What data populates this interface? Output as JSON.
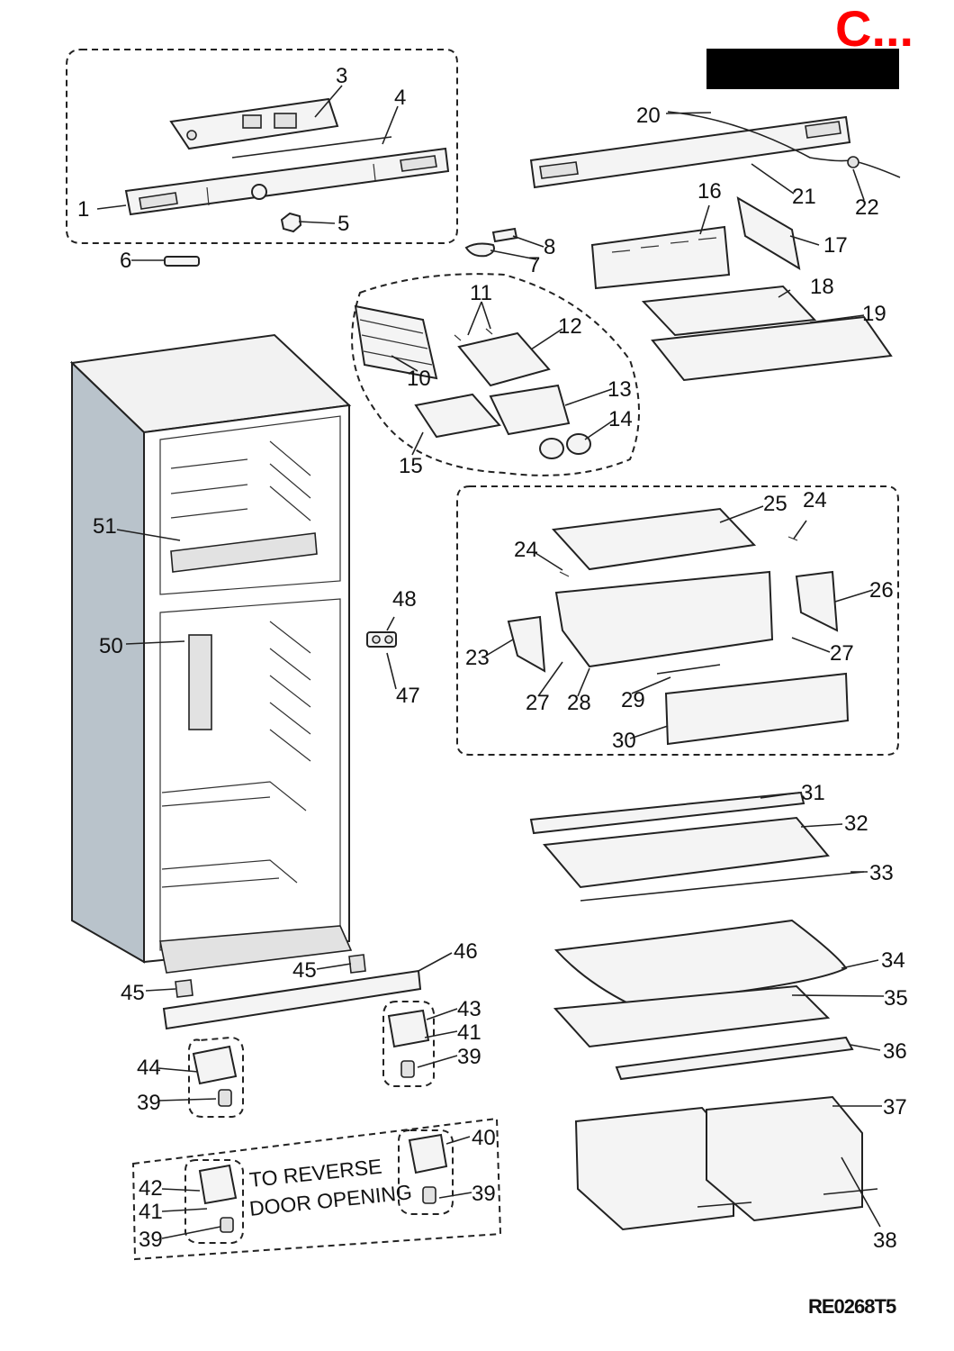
{
  "header": {
    "corner_tag": "C...",
    "corner_tag_color": "#ff0000",
    "redaction_color": "#000000"
  },
  "note": {
    "line1": "TO REVERSE",
    "line2": "DOOR OPENING"
  },
  "doc_code": "RE0268T5",
  "callouts": {
    "c1": "1",
    "c3": "3",
    "c4": "4",
    "c5": "5",
    "c6": "6",
    "c7": "7",
    "c8": "8",
    "c10": "10",
    "c11": "11",
    "c12": "12",
    "c13": "13",
    "c14": "14",
    "c15": "15",
    "c16": "16",
    "c17": "17",
    "c18": "18",
    "c19": "19",
    "c20": "20",
    "c21": "21",
    "c22": "22",
    "c23": "23",
    "c24a": "24",
    "c24b": "24",
    "c25": "25",
    "c26": "26",
    "c27a": "27",
    "c27b": "27",
    "c28": "28",
    "c29": "29",
    "c30": "30",
    "c31": "31",
    "c32": "32",
    "c33": "33",
    "c34": "34",
    "c35": "35",
    "c36": "36",
    "c37": "37",
    "c38": "38",
    "c39a": "39",
    "c39b": "39",
    "c39c": "39",
    "c39d": "39",
    "c40": "40",
    "c41a": "41",
    "c41b": "41",
    "c42": "42",
    "c43": "43",
    "c44": "44",
    "c45a": "45",
    "c45b": "45",
    "c46": "46",
    "c47": "47",
    "c48": "48",
    "c50": "50",
    "c51": "51"
  }
}
